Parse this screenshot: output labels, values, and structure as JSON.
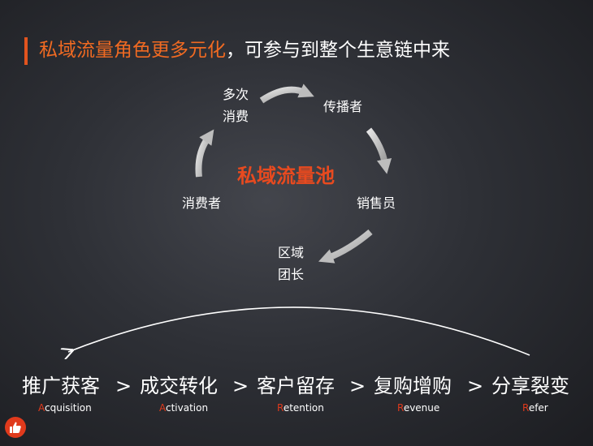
{
  "title": {
    "highlight": "私域流量角色更多元化",
    "rest": "，可参与到整个生意链中来"
  },
  "cycle": {
    "center": "私域流量池",
    "nodes": {
      "repeat_consumption": [
        "多次",
        "消费"
      ],
      "spreader": "传播者",
      "salesperson": "销售员",
      "region_leader": [
        "区域",
        "团长"
      ],
      "consumer": "消费者"
    }
  },
  "funnel": {
    "separator": ">",
    "stages": [
      {
        "label": "推广获客",
        "code_first": "A",
        "code_rest": "cquisition"
      },
      {
        "label": "成交转化",
        "code_first": "A",
        "code_rest": "ctivation"
      },
      {
        "label": "客户留存",
        "code_first": "R",
        "code_rest": "etention"
      },
      {
        "label": "复购增购",
        "code_first": "R",
        "code_rest": "evenue"
      },
      {
        "label": "分享裂变",
        "code_first": "R",
        "code_rest": "efer"
      }
    ]
  },
  "colors": {
    "accent": "#e84a1f",
    "title_highlight": "#f06a22",
    "arrow_fill": "#bfbfbf",
    "text": "#ffffff"
  },
  "icons": {
    "badge": "thumbs-up-icon"
  }
}
